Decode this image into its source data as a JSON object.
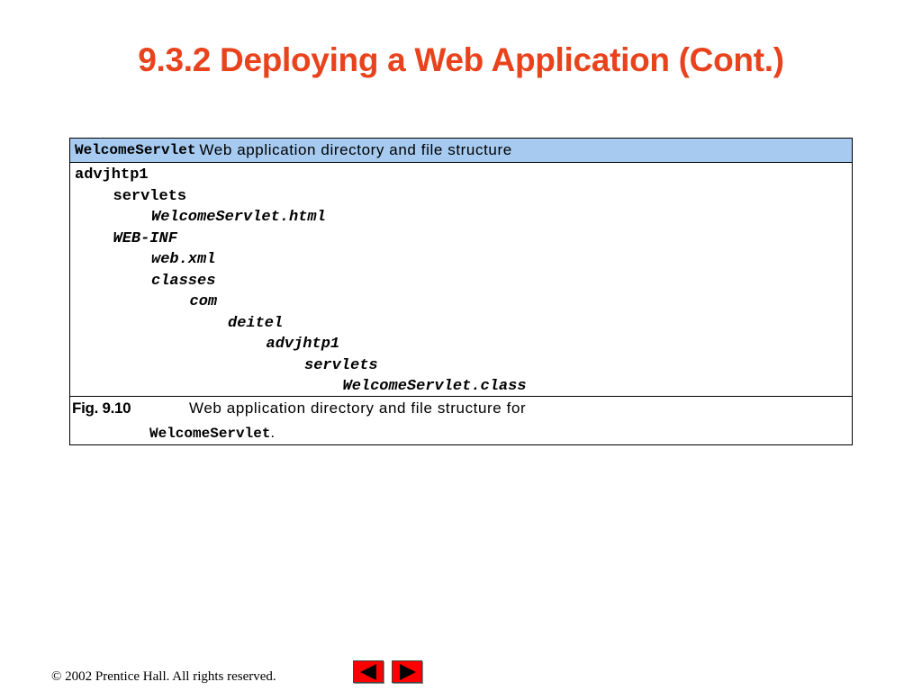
{
  "slide": {
    "title": "9.3.2 Deploying a Web Application (Cont.)"
  },
  "table": {
    "header_code": "WelcomeServlet",
    "header_text": "Web application directory and file structure",
    "tree": [
      {
        "text": "advjhtp1",
        "level": 0,
        "italic": false
      },
      {
        "text": "servlets",
        "level": 1,
        "italic": false
      },
      {
        "text": "WelcomeServlet.html",
        "level": 2,
        "italic": true
      },
      {
        "text": "WEB-INF",
        "level": 1,
        "italic": true
      },
      {
        "text": "web.xml",
        "level": 2,
        "italic": true
      },
      {
        "text": "classes",
        "level": 2,
        "italic": true
      },
      {
        "text": "com",
        "level": 3,
        "italic": true
      },
      {
        "text": "deitel",
        "level": 4,
        "italic": true
      },
      {
        "text": "advjhtp1",
        "level": 5,
        "italic": true
      },
      {
        "text": "servlets",
        "level": 6,
        "italic": true
      },
      {
        "text": "WelcomeServlet.class",
        "level": 7,
        "italic": true
      }
    ]
  },
  "caption": {
    "figure_label": "Fig. 9.10",
    "text": "Web application directory and file structure for",
    "servlet_name": "WelcomeServlet",
    "end_punct": "."
  },
  "footer": {
    "copyright": "© 2002 Prentice Hall.  All rights reserved."
  },
  "nav": {
    "prev_icon": "left-arrow-icon",
    "next_icon": "right-arrow-icon",
    "button_color": "#ff0000"
  },
  "colors": {
    "title": "#e8431c",
    "header_bg": "#a6caf0"
  }
}
